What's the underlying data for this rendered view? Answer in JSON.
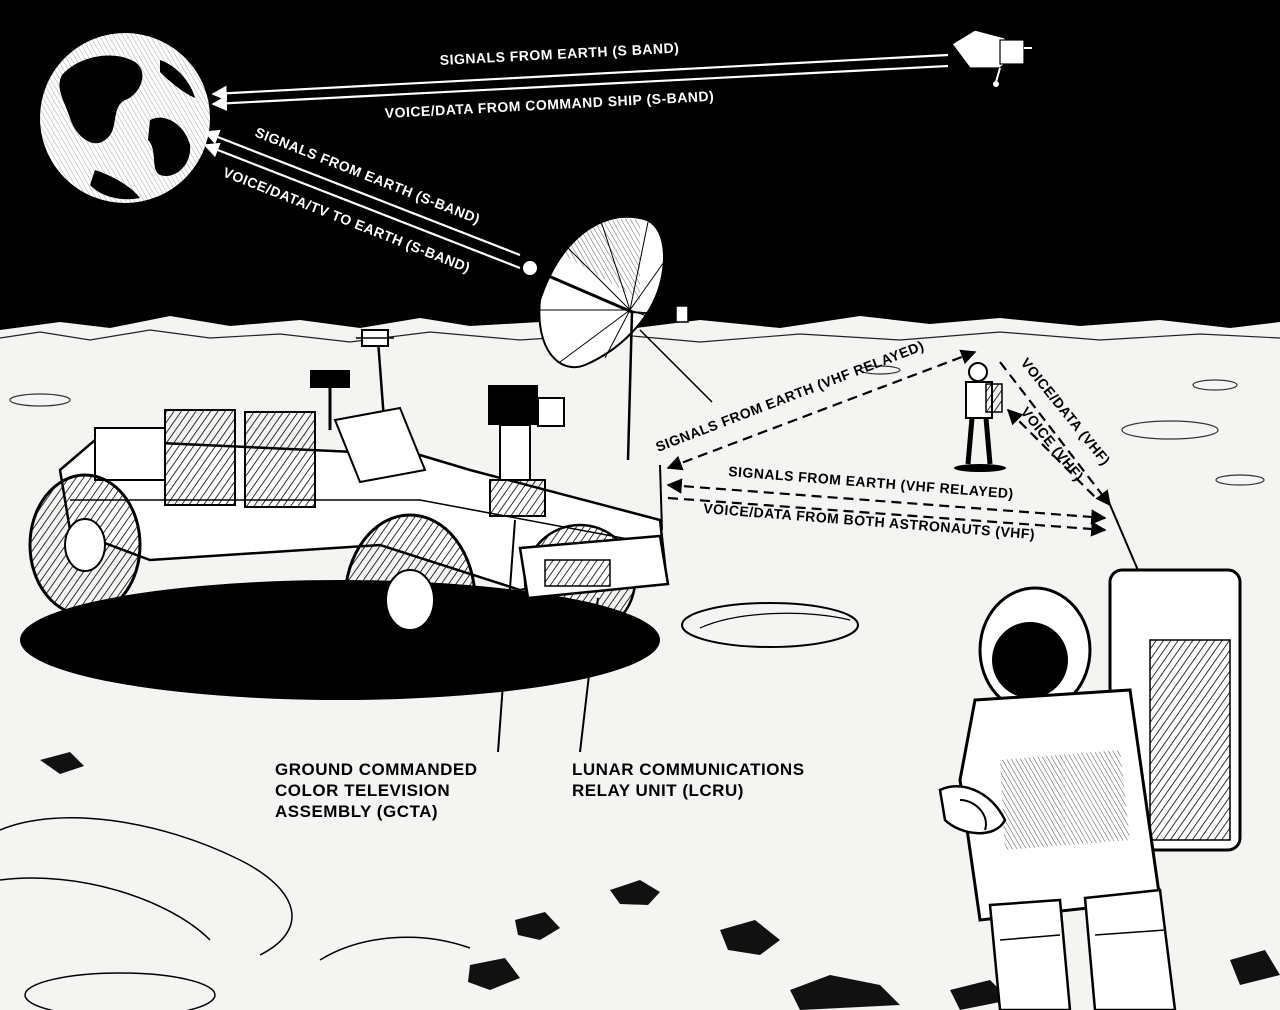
{
  "diagram": {
    "signal_labels": {
      "earth_to_command_ship": "SIGNALS FROM EARTH (S BAND)",
      "command_ship_to_earth": "VOICE/DATA FROM COMMAND SHIP (S-BAND)",
      "earth_to_lrv": "SIGNALS FROM EARTH (S-BAND)",
      "lrv_to_earth": "VOICE/DATA/TV TO EARTH (S-BAND)",
      "earth_vhf_relayed_far": "SIGNALS FROM EARTH (VHF RELAYED)",
      "earth_vhf_relayed_near": "SIGNALS FROM EARTH (VHF RELAYED)",
      "voice_data_both_astronauts": "VOICE/DATA FROM BOTH ASTRONAUTS (VHF)",
      "voice_data_vhf": "VOICE/DATA (VHF)",
      "voice_vhf": "VOICE (VHF)"
    },
    "callouts": {
      "gcta": [
        "GROUND COMMANDED",
        "COLOR TELEVISION",
        "ASSEMBLY (GCTA)"
      ],
      "lcru": [
        "LUNAR COMMUNICATIONS",
        "RELAY UNIT (LCRU)"
      ]
    },
    "colors": {
      "sky": "#000000",
      "ground": "#f4f4f2",
      "ink": "#111111",
      "signal_sky": "#ffffff"
    }
  }
}
